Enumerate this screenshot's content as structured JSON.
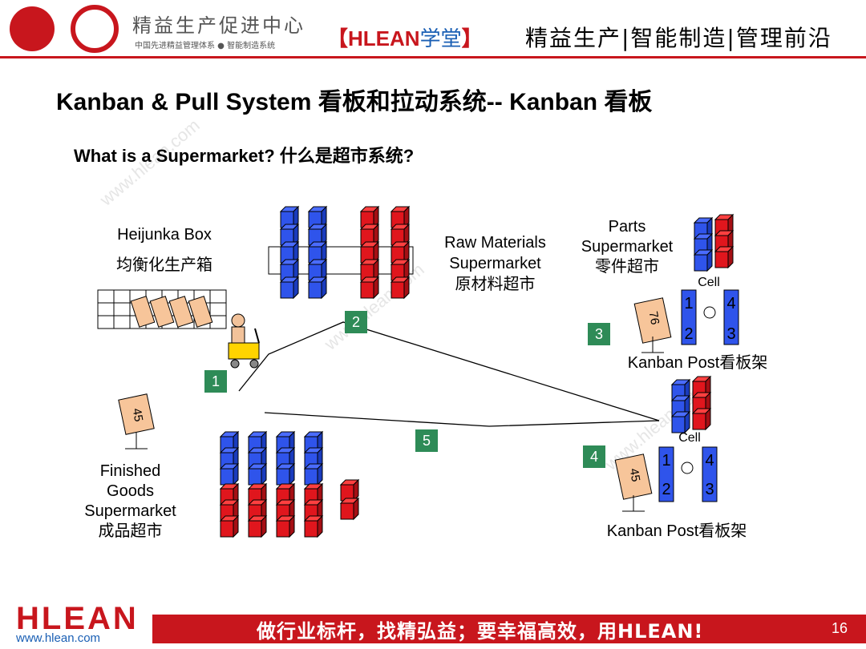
{
  "header": {
    "org_name": "精益生产促进中心",
    "org_sub": "中国先进精益管理体系 ● 智能制造系统",
    "brand_left": "【HLEAN",
    "brand_xt": "学堂",
    "brand_right": "】",
    "slogan": "精益生产|智能制造|管理前沿"
  },
  "title": "Kanban & Pull System 看板和拉动系统-- Kanban 看板",
  "subtitle": "What is a Supermarket? 什么是超市系统?",
  "labels": {
    "heijunka_en": "Heijunka Box",
    "heijunka_cn": "均衡化生产箱",
    "raw_en1": "Raw Materials",
    "raw_en2": "Supermarket",
    "raw_cn": "原材料超市",
    "parts_en1": "Parts",
    "parts_en2": "Supermarket",
    "parts_cn": "零件超市",
    "kanban_post_1": "Kanban Post看板架",
    "kanban_post_2": "Kanban Post看板架",
    "finished_1": "Finished",
    "finished_2": "Goods",
    "finished_3": "Supermarket",
    "finished_cn": "成品超市",
    "cell_1": "Cell",
    "cell_2": "Cell",
    "card_a": "76",
    "card_b": "45",
    "card_c": "45"
  },
  "cell_numbers": [
    "1",
    "2",
    "3",
    "4"
  ],
  "steps": [
    "1",
    "2",
    "3",
    "4",
    "5"
  ],
  "watermark": "www.hlean.com",
  "footer": {
    "logo": "HLEAN",
    "url": "www.hlean.com",
    "slogan": "做行业标杆，找精弘益；要幸福高效，用HLEAN!",
    "page": "16"
  },
  "colors": {
    "brand_red": "#c8161d",
    "bin_blue": "#2f54eb",
    "bin_red": "#e0161d",
    "step_green": "#2e8b57"
  }
}
